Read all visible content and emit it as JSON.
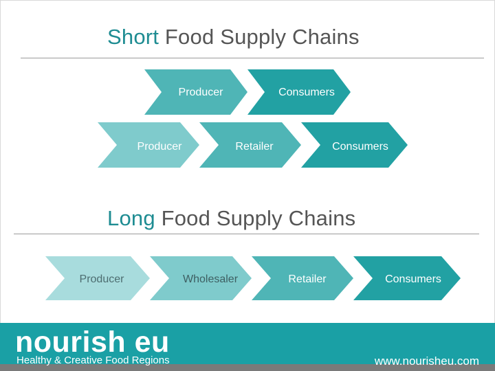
{
  "short_chain": {
    "title_keyword": "Short",
    "title_rest": " Food Supply Chains",
    "flow_a": [
      "Producer",
      "Consumers"
    ],
    "flow_b": [
      "Producer",
      "Retailer",
      "Consumers"
    ]
  },
  "long_chain": {
    "title_keyword": "Long",
    "title_rest": " Food Supply Chains",
    "flow": [
      "Producer",
      "Wholesaler",
      "Retailer",
      "Consumers"
    ]
  },
  "footer": {
    "brand": "nourish eu",
    "tagline": "Healthy & Creative Food Regions",
    "website": "www.nourisheu.com"
  },
  "colors": {
    "teal_1": "#a8dcdd",
    "teal_2": "#7fcbcc",
    "teal_3": "#4fb5b6",
    "teal_4": "#22a1a3",
    "keyword": "#1e8c92",
    "footer_bg": "#1aa0a5"
  }
}
